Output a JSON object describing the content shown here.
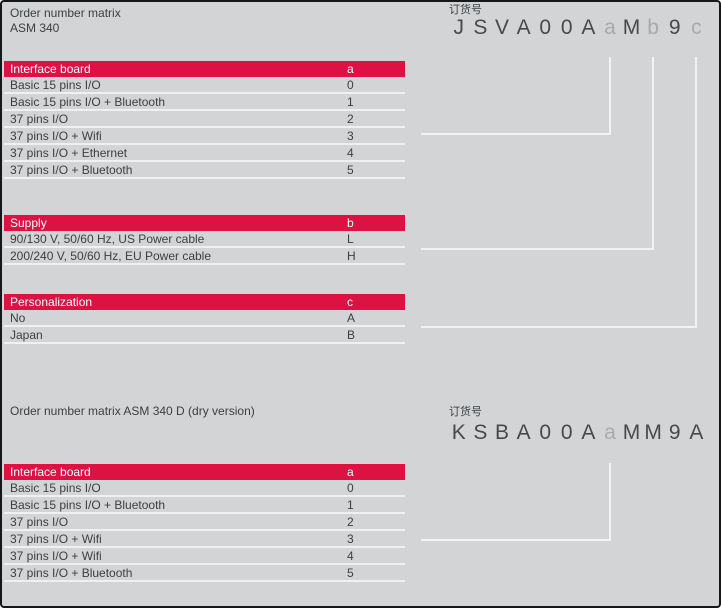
{
  "section1": {
    "title_line1": "Order number matrix",
    "title_line2": "ASM 340",
    "order_label": "订货号",
    "order_code": {
      "chars": [
        "J",
        "S",
        "V",
        "A",
        "0",
        "0",
        "A",
        "a",
        "M",
        "b",
        "9",
        "c"
      ],
      "muted_indices": [
        7,
        9,
        11
      ]
    }
  },
  "section2": {
    "title": "Order number matrix ASM 340 D (dry version)",
    "order_label": "订货号",
    "order_code": {
      "chars": [
        "K",
        "S",
        "B",
        "A",
        "0",
        "0",
        "A",
        "a",
        "M",
        "M",
        "9",
        "A"
      ],
      "muted_indices": [
        7
      ]
    }
  },
  "tables": [
    {
      "header": "Interface board",
      "code_column": "a",
      "rows": [
        {
          "label": "Basic 15 pins I/O",
          "value": "0"
        },
        {
          "label": "Basic 15 pins I/O + Bluetooth",
          "value": "1"
        },
        {
          "label": "37 pins I/O",
          "value": "2"
        },
        {
          "label": "37 pins I/O + Wifi",
          "value": "3"
        },
        {
          "label": "37 pins I/O + Ethernet",
          "value": "4"
        },
        {
          "label": "37 pins I/O + Bluetooth",
          "value": "5"
        }
      ]
    },
    {
      "header": "Supply",
      "code_column": "b",
      "rows": [
        {
          "label": "90/130 V, 50/60 Hz, US Power cable",
          "value": "L"
        },
        {
          "label": "200/240 V, 50/60 Hz, EU Power cable",
          "value": "H"
        }
      ]
    },
    {
      "header": "Personalization",
      "code_column": "c",
      "rows": [
        {
          "label": "No",
          "value": "A"
        },
        {
          "label": "Japan",
          "value": "B"
        }
      ]
    },
    {
      "header": "Interface board",
      "code_column": "a",
      "rows": [
        {
          "label": "Basic 15 pins I/O",
          "value": "0"
        },
        {
          "label": "Basic 15 pins I/O + Bluetooth",
          "value": "1"
        },
        {
          "label": "37 pins I/O",
          "value": "2"
        },
        {
          "label": "37 pins I/O + Wifi",
          "value": "3"
        },
        {
          "label": "37 pins I/O + Wifi",
          "value": "4"
        },
        {
          "label": "37 pins I/O + Bluetooth",
          "value": "5"
        }
      ]
    }
  ],
  "colors": {
    "accent_red": "#dc1243",
    "page_background": "#d2d4d5",
    "code_char": "#47494c",
    "code_char_muted": "#a7abae",
    "connector_line": "#f0f2f3"
  }
}
